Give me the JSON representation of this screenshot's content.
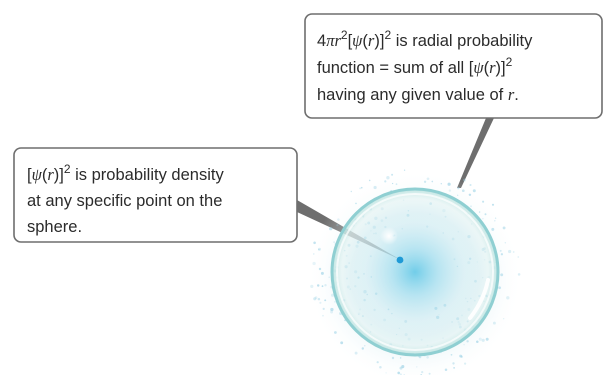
{
  "diagram": {
    "colors": {
      "box_border": "#6e6e6e",
      "text": "#2b2b2b",
      "sphere_rim": "#8fcfd2",
      "sphere_glow": "#5cc6e6",
      "cloud_dots": "#9fd3e6",
      "point_marker": "#1f9ad6"
    },
    "callout_density": {
      "line1_open": "[",
      "line1_psi": "ψ",
      "line1_paren_open": "(",
      "line1_r": "r",
      "line1_paren_close": ")]",
      "line1_exp": "2",
      "line1_rest": " is probability density",
      "line2": "at any specific point on the",
      "line3": "sphere."
    },
    "callout_radial": {
      "line1_coef": "4",
      "line1_pi": "π",
      "line1_r": "r",
      "line1_exp_a": "2",
      "line1_open": "[",
      "line1_psi": "ψ",
      "line1_paren_open": "(",
      "line1_r2": "r",
      "line1_paren_close": ")]",
      "line1_exp_b": "2",
      "line1_rest": " is radial probability",
      "line2_text": "function = sum of all [",
      "line2_psi": "ψ",
      "line2_paren_open": "(",
      "line2_r": "r",
      "line2_paren_close": ")]",
      "line2_exp": "2",
      "line3_text": "having any given value of ",
      "line3_r": "r",
      "line3_end": "."
    }
  }
}
